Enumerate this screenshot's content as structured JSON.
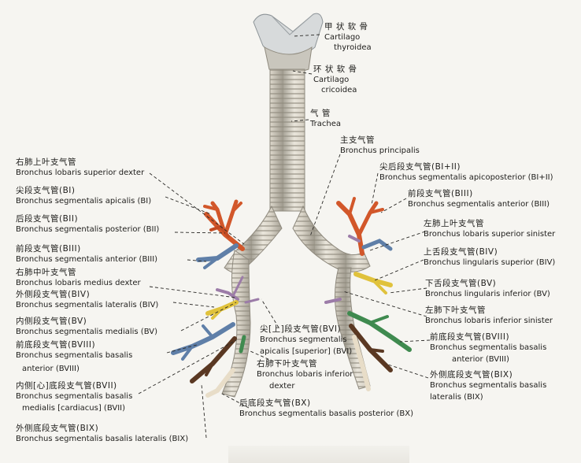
{
  "labels": {
    "thyroid": {
      "zh": "甲 状 软 骨",
      "la": "Cartilago",
      "la2": "thyroidea"
    },
    "cricoid": {
      "zh": "环 状 软 骨",
      "la": "Cartilago",
      "la2": "cricoidea"
    },
    "trachea": {
      "zh": "气    管",
      "la": "Trachea"
    },
    "principal": {
      "zh": "主支气管",
      "la": "Bronchus principalis"
    },
    "rsl": {
      "zh": "右肺上叶支气管",
      "la": "Bronchus lobaris superior dexter"
    },
    "r_bi": {
      "zh": "尖段支气管(BI)",
      "la": "Bronchus segmentalis apicalis (BI)"
    },
    "r_bii": {
      "zh": "后段支气管(BII)",
      "la": "Bronchus segmentalis posterior (BII)"
    },
    "r_biii": {
      "zh": "前段支气管(BIII)",
      "la": "Bronchus segmentalis anterior (BIII)"
    },
    "rml": {
      "zh": "右肺中叶支气管",
      "la": "Bronchus lobaris medius dexter"
    },
    "r_biv": {
      "zh": "外侧段支气管(BIV)",
      "la": "Bronchus segmentalis lateralis (BIV)"
    },
    "r_bv": {
      "zh": "内侧段支气管(BV)",
      "la": "Bronchus segmentalis medialis (BV)"
    },
    "r_bviii": {
      "zh": "前底段支气管(BVIII)",
      "la": "Bronchus segmentalis basalis",
      "la2": "anterior (BVIII)"
    },
    "r_bvii": {
      "zh": "内侧[心]底段支气管(BVII)",
      "la": "Bronchus segmentalis basalis",
      "la2": "medialis [cardiacus] (BVII)"
    },
    "r_bix": {
      "zh": "外侧底段支气管(BIX)",
      "la": "Bronchus segmentalis basalis lateralis (BIX)"
    },
    "bvi": {
      "zh": "尖[上]段支气管(BVI)",
      "la": "Bronchus segmentalis",
      "la2": "apicalis [superior] (BVI)"
    },
    "rll": {
      "zh": "右肺下叶支气管",
      "la": "Bronchus lobaris inferior",
      "la2": "dexter"
    },
    "bx": {
      "zh": "后底段支气管(BX)",
      "la": "Bronchus segmentalis basalis posterior (BX)"
    },
    "l_bi_ii": {
      "zh": "尖后段支气管(BI+II)",
      "la": "Bronchus segmentalis apicoposterior (BI+II)"
    },
    "l_biii": {
      "zh": "前段支气管(BIII)",
      "la": "Bronchus segmentalis anterior (BIII)"
    },
    "lsl": {
      "zh": "左肺上叶支气管",
      "la": "Bronchus lobaris superior sinister"
    },
    "l_biv": {
      "zh": "上舌段支气管(BIV)",
      "la": "Bronchus lingularis superior (BIV)"
    },
    "l_bv": {
      "zh": "下舌段支气管(BV)",
      "la": "Bronchus lingularis inferior (BV)"
    },
    "lil": {
      "zh": "左肺下叶支气管",
      "la": "Bronchus lobaris inferior sinister"
    },
    "l_bviii": {
      "zh": "前底段支气管(BVIII)",
      "la": "Bronchus segmentalis basalis",
      "la2": "anterior (BVIII)"
    },
    "l_bix": {
      "zh": "外侧底段支气管(BIX)",
      "la": "Bronchus segmentalis basalis",
      "la2": "lateralis (BIX)"
    }
  },
  "colors": {
    "background": "#f6f5f1",
    "airway": "#dcd7cb",
    "cartilage_shade": "#a7a296",
    "orange": "#d2572a",
    "blue": "#5f7fa8",
    "purple": "#9c7ca8",
    "yellow": "#e0c23c",
    "green": "#3f8a4f",
    "brown": "#5a3822",
    "pale": "#e8ddc8"
  }
}
